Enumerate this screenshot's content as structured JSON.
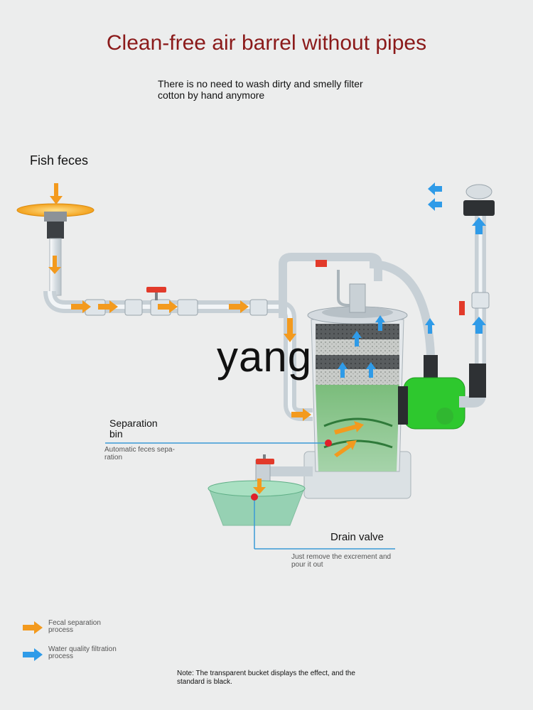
{
  "title": "Clean-free air barrel without pipes",
  "subtitle": "There is no need to wash dirty and smelly filter cotton by hand anymore",
  "labels": {
    "fish_feces": "Fish feces",
    "separation_bin": "Separation bin",
    "separation_desc": "Automatic feces sepa- ration",
    "drain_valve": "Drain valve",
    "drain_desc": "Just remove the excrement and pour it out"
  },
  "legend": [
    {
      "text": "Fecal separation process",
      "color": "#f39a1e"
    },
    {
      "text": "Water quality filtration process",
      "color": "#2f9be8"
    }
  ],
  "note": "Note: The transparent bucket displays the effect, and the standard is black.",
  "watermark": "yang",
  "colors": {
    "title": "#8b1a1a",
    "pump": "#2ec82e",
    "valve": "#e23a2a",
    "callout_line": "#3a9ad6",
    "callout_dot": "#e0202a"
  }
}
